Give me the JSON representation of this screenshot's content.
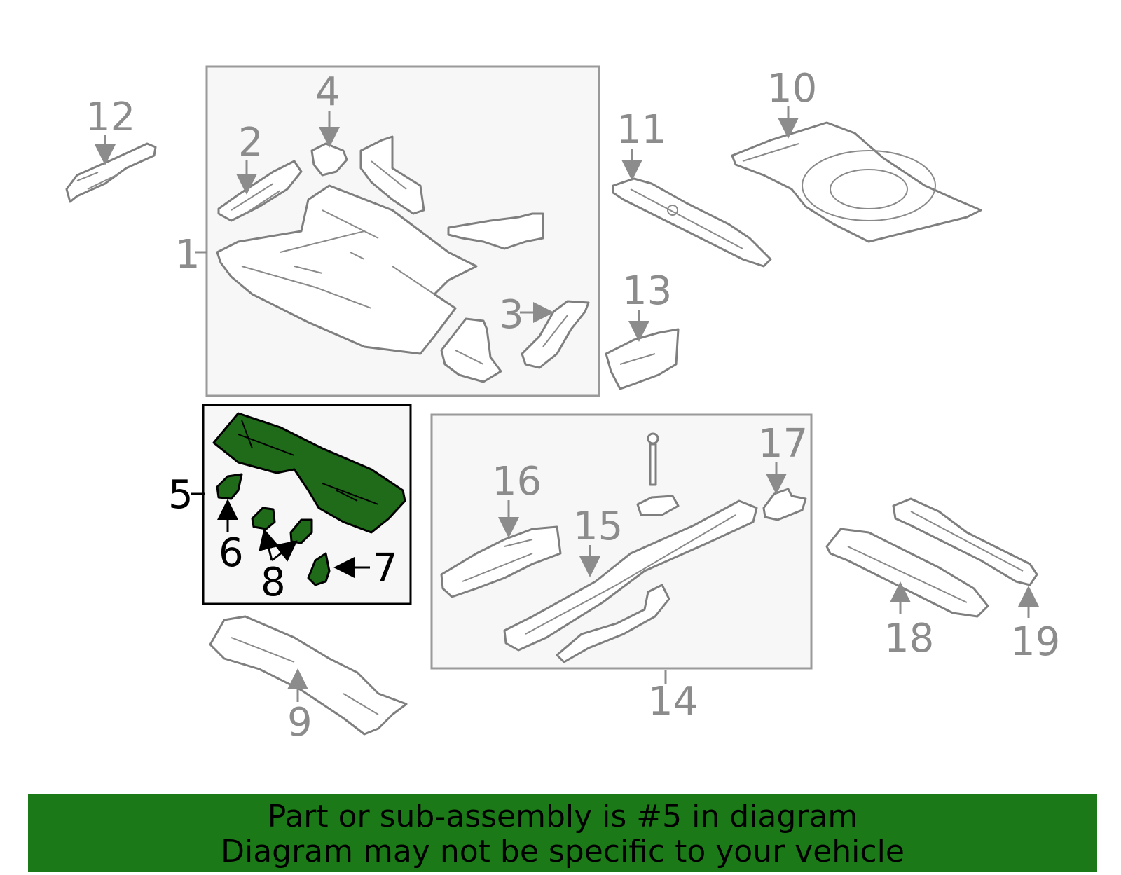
{
  "labels": {
    "p1": "1",
    "p2": "2",
    "p3": "3",
    "p4": "4",
    "p5": "5",
    "p6": "6",
    "p7": "7",
    "p8": "8",
    "p9": "9",
    "p10": "10",
    "p11": "11",
    "p12": "12",
    "p13": "13",
    "p14": "14",
    "p15": "15",
    "p16": "16",
    "p17": "17",
    "p18": "18",
    "p19": "19"
  },
  "banner": {
    "line1": "Part or sub-assembly is #5 in diagram",
    "line2": "Diagram may not be specific to your vehicle"
  },
  "colors": {
    "highlight": "#1f6b1a",
    "banner": "#1b7a17",
    "line": "#8c8c8c"
  },
  "highlighted_part": "5"
}
